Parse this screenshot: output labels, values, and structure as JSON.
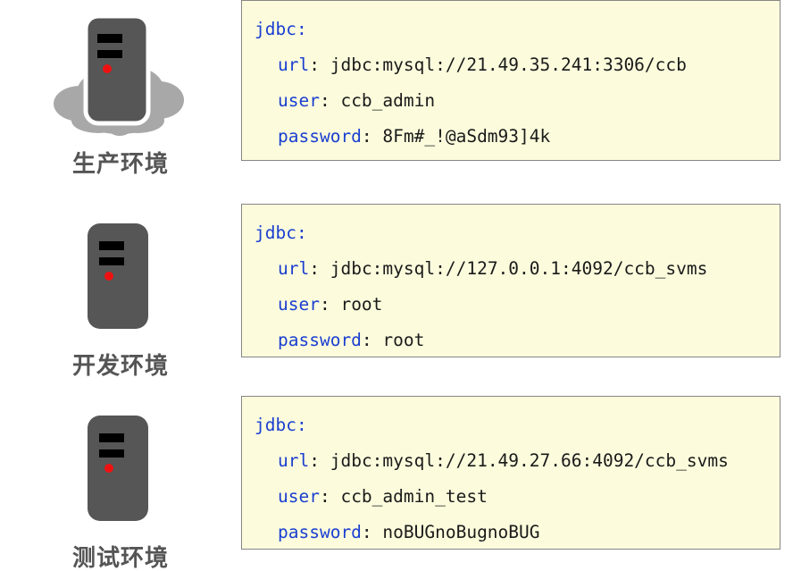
{
  "diagram": {
    "title_semantics": "database connection configuration by environment",
    "colors": {
      "panel_background": "#fcfcdd",
      "panel_border": "#868686",
      "key_text": "#1a3fd0",
      "value_text": "#1a1a1a",
      "server_body": "#565656",
      "server_slot": "#000000",
      "server_led": "#ee1111",
      "cloud": "#a8a8a8",
      "label_text": "#555555"
    },
    "environments": [
      {
        "id": "production",
        "label": "生产环境",
        "icon": "server-with-cloud-icon",
        "has_cloud": true,
        "config": {
          "root_key": "jdbc:",
          "entries": [
            {
              "key": "url",
              "value": "jdbc:mysql://21.49.35.241:3306/ccb"
            },
            {
              "key": "user",
              "value": "ccb_admin"
            },
            {
              "key": "password",
              "value": "8Fm#_!@aSdm93]4k"
            }
          ]
        }
      },
      {
        "id": "development",
        "label": "开发环境",
        "icon": "server-icon",
        "has_cloud": false,
        "config": {
          "root_key": "jdbc:",
          "entries": [
            {
              "key": "url",
              "value": "jdbc:mysql://127.0.0.1:4092/ccb_svms"
            },
            {
              "key": "user",
              "value": "root"
            },
            {
              "key": "password",
              "value": "root"
            }
          ]
        }
      },
      {
        "id": "test",
        "label": "测试环境",
        "icon": "server-icon",
        "has_cloud": false,
        "config": {
          "root_key": "jdbc:",
          "entries": [
            {
              "key": "url",
              "value": "jdbc:mysql://21.49.27.66:4092/ccb_svms"
            },
            {
              "key": "user",
              "value": "ccb_admin_test"
            },
            {
              "key": "password",
              "value": "noBUGnoBugnoBUG"
            }
          ]
        }
      }
    ]
  }
}
